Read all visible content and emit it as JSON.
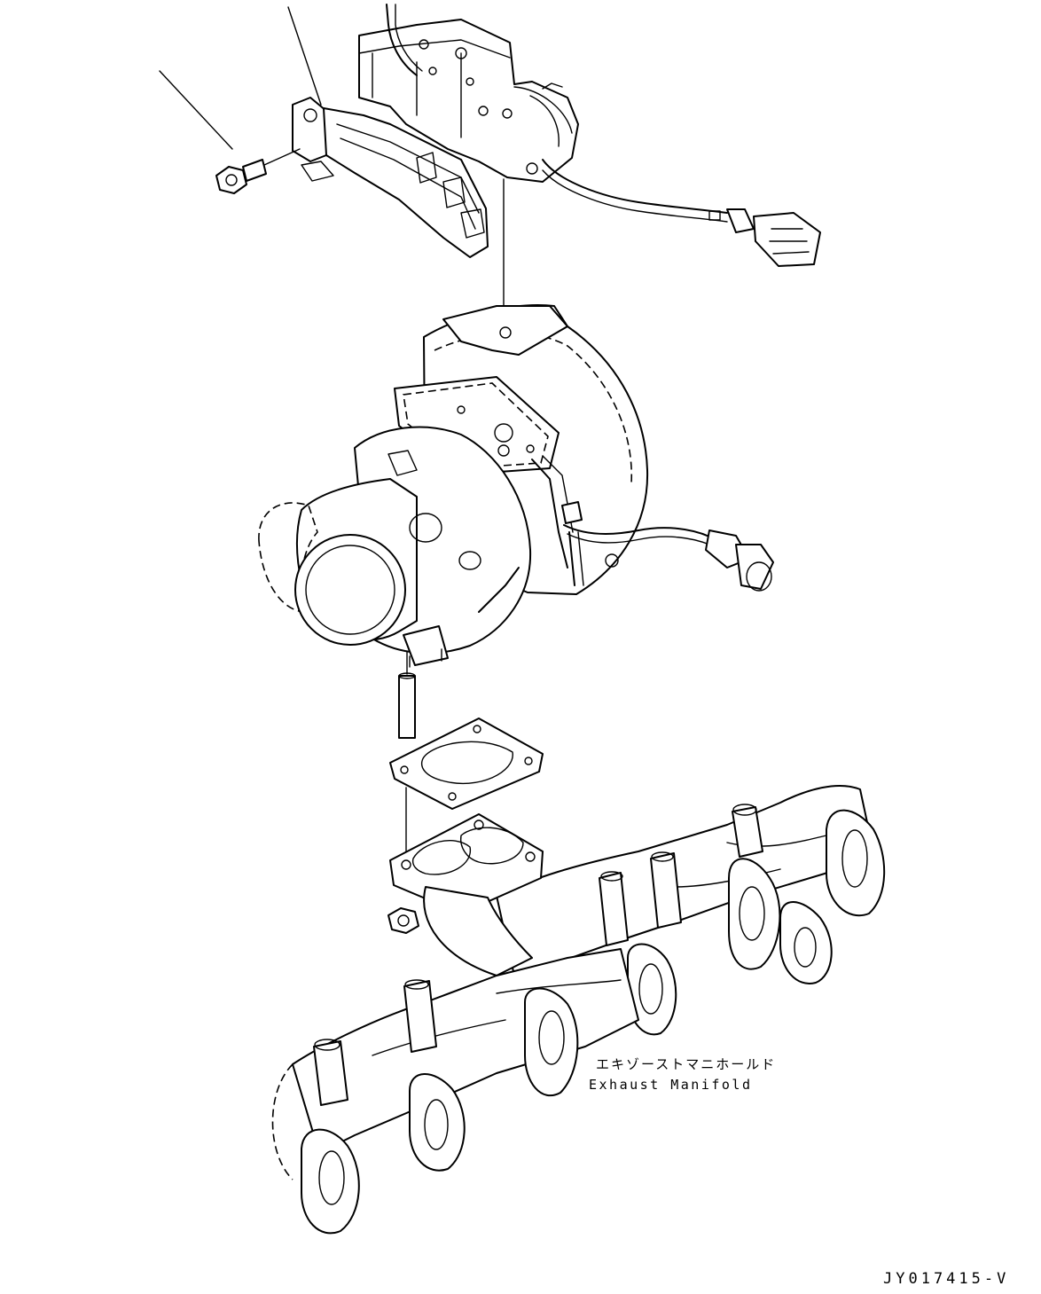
{
  "labels": {
    "exhaust_manifold_jp": "エキゾーストマニホールド",
    "exhaust_manifold_en": "Exhaust Manifold"
  },
  "drawing_code": "JY017415-V",
  "colors": {
    "line": "#000000",
    "background": "#ffffff"
  }
}
